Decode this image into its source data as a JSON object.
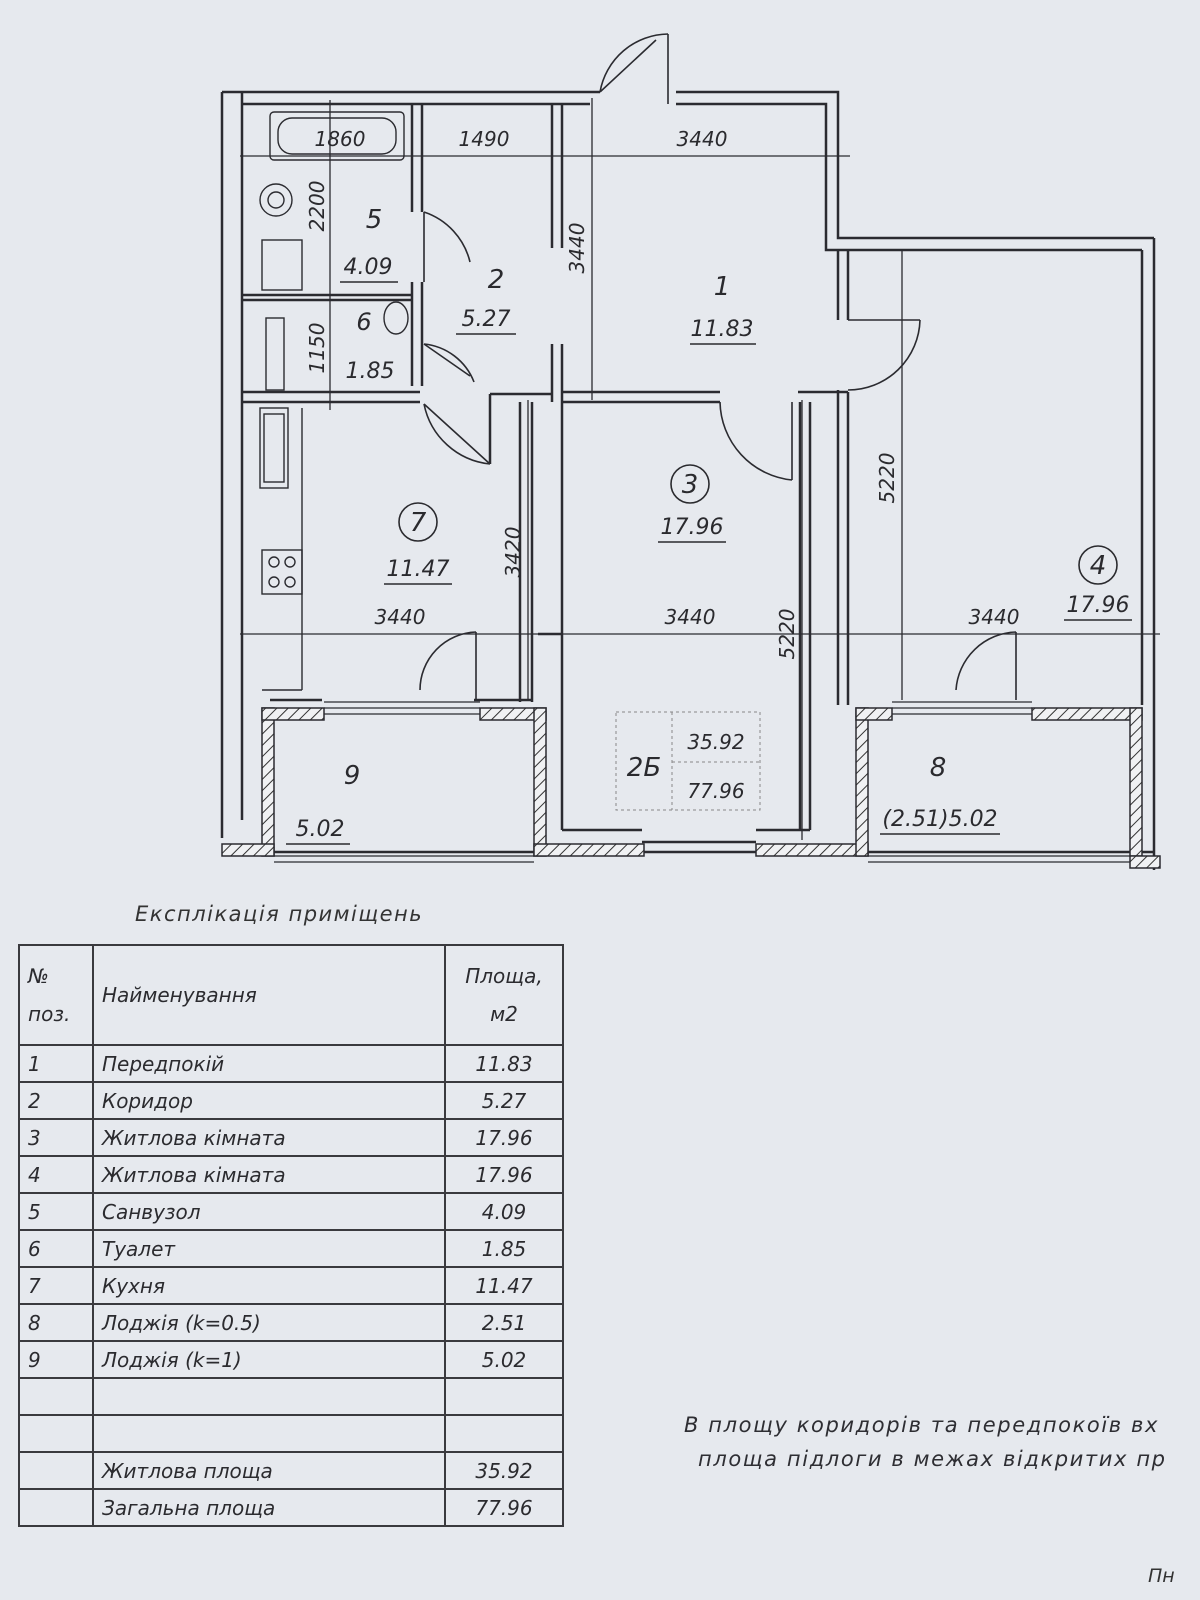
{
  "plan": {
    "apartment_type": "2Б",
    "living_area": "35.92",
    "total_area": "77.96",
    "rooms": [
      {
        "num": "1",
        "area": "11.83"
      },
      {
        "num": "2",
        "area": "5.27"
      },
      {
        "num": "3",
        "area": "17.96"
      },
      {
        "num": "4",
        "area": "17.96"
      },
      {
        "num": "5",
        "area": "4.09"
      },
      {
        "num": "6",
        "area": "1.85"
      },
      {
        "num": "7",
        "area": "11.47"
      },
      {
        "num": "8",
        "area": "(2.51)5.02"
      },
      {
        "num": "9",
        "area": "5.02"
      }
    ],
    "dimensions": [
      "1860",
      "1490",
      "3440",
      "2200",
      "3440",
      "1150",
      "3420",
      "5220",
      "3440",
      "3440",
      "5220",
      "3440"
    ]
  },
  "explication": {
    "title": "Експлікація приміщень",
    "headers": {
      "num_line1": "№",
      "num_line2": "поз.",
      "name": "Найменування",
      "area_line1": "Площа,",
      "area_line2": "м2"
    },
    "rows": [
      {
        "num": "1",
        "name": "Передпокій",
        "area": "11.83"
      },
      {
        "num": "2",
        "name": "Коридор",
        "area": "5.27"
      },
      {
        "num": "3",
        "name": "Житлова кімната",
        "area": "17.96"
      },
      {
        "num": "4",
        "name": "Житлова кімната",
        "area": "17.96"
      },
      {
        "num": "5",
        "name": "Санвузол",
        "area": "4.09"
      },
      {
        "num": "6",
        "name": "Туалет",
        "area": "1.85"
      },
      {
        "num": "7",
        "name": "Кухня",
        "area": "11.47"
      },
      {
        "num": "8",
        "name": "Лоджія (k=0.5)",
        "area": "2.51"
      },
      {
        "num": "9",
        "name": "Лоджія (k=1)",
        "area": "5.02"
      }
    ],
    "totals": [
      {
        "name": "Житлова площа",
        "area": "35.92"
      },
      {
        "name": "Загальна площа",
        "area": "77.96"
      }
    ]
  },
  "note": {
    "line1": "В площу коридорів та передпокоїв вх",
    "line2": "площа підлоги в межах відкритих пр"
  },
  "north_label": "Пн"
}
